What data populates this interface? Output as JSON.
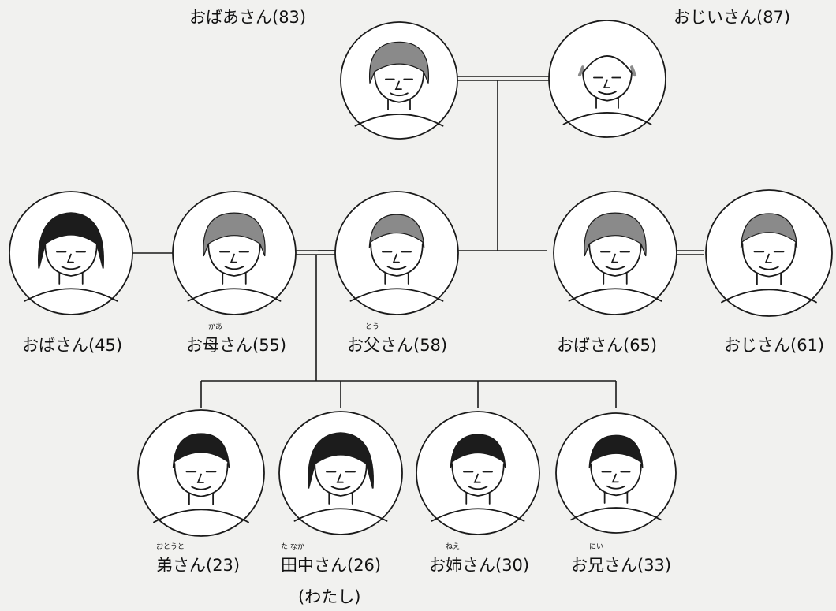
{
  "people": {
    "grandmother": {
      "label": "おばあさん(83)"
    },
    "grandfather": {
      "label": "おじいさん(87)"
    },
    "aunt_45": {
      "label": "おばさん(45)"
    },
    "mother": {
      "label": "お母さん(55)",
      "ruby": "かあ"
    },
    "father": {
      "label": "お父さん(58)",
      "ruby": "とう"
    },
    "aunt_65": {
      "label": "おばさん(65)"
    },
    "uncle_61": {
      "label": "おじさん(61)"
    },
    "younger_brother": {
      "label": "弟さん(23)",
      "ruby": "おとうと"
    },
    "me": {
      "label": "田中さん(26)",
      "ruby": "た なか",
      "sub": "(わたし)"
    },
    "older_sister": {
      "label": "お姉さん(30)",
      "ruby": "ねえ"
    },
    "older_brother": {
      "label": "お兄さん(33)",
      "ruby": "にい"
    }
  },
  "colors": {
    "line": "#1a1a1a",
    "face_fill": "#ffffff",
    "hair_dark": "#1c1c1c",
    "hair_gray": "#8a8a8a",
    "background": "#f1f1ef"
  }
}
